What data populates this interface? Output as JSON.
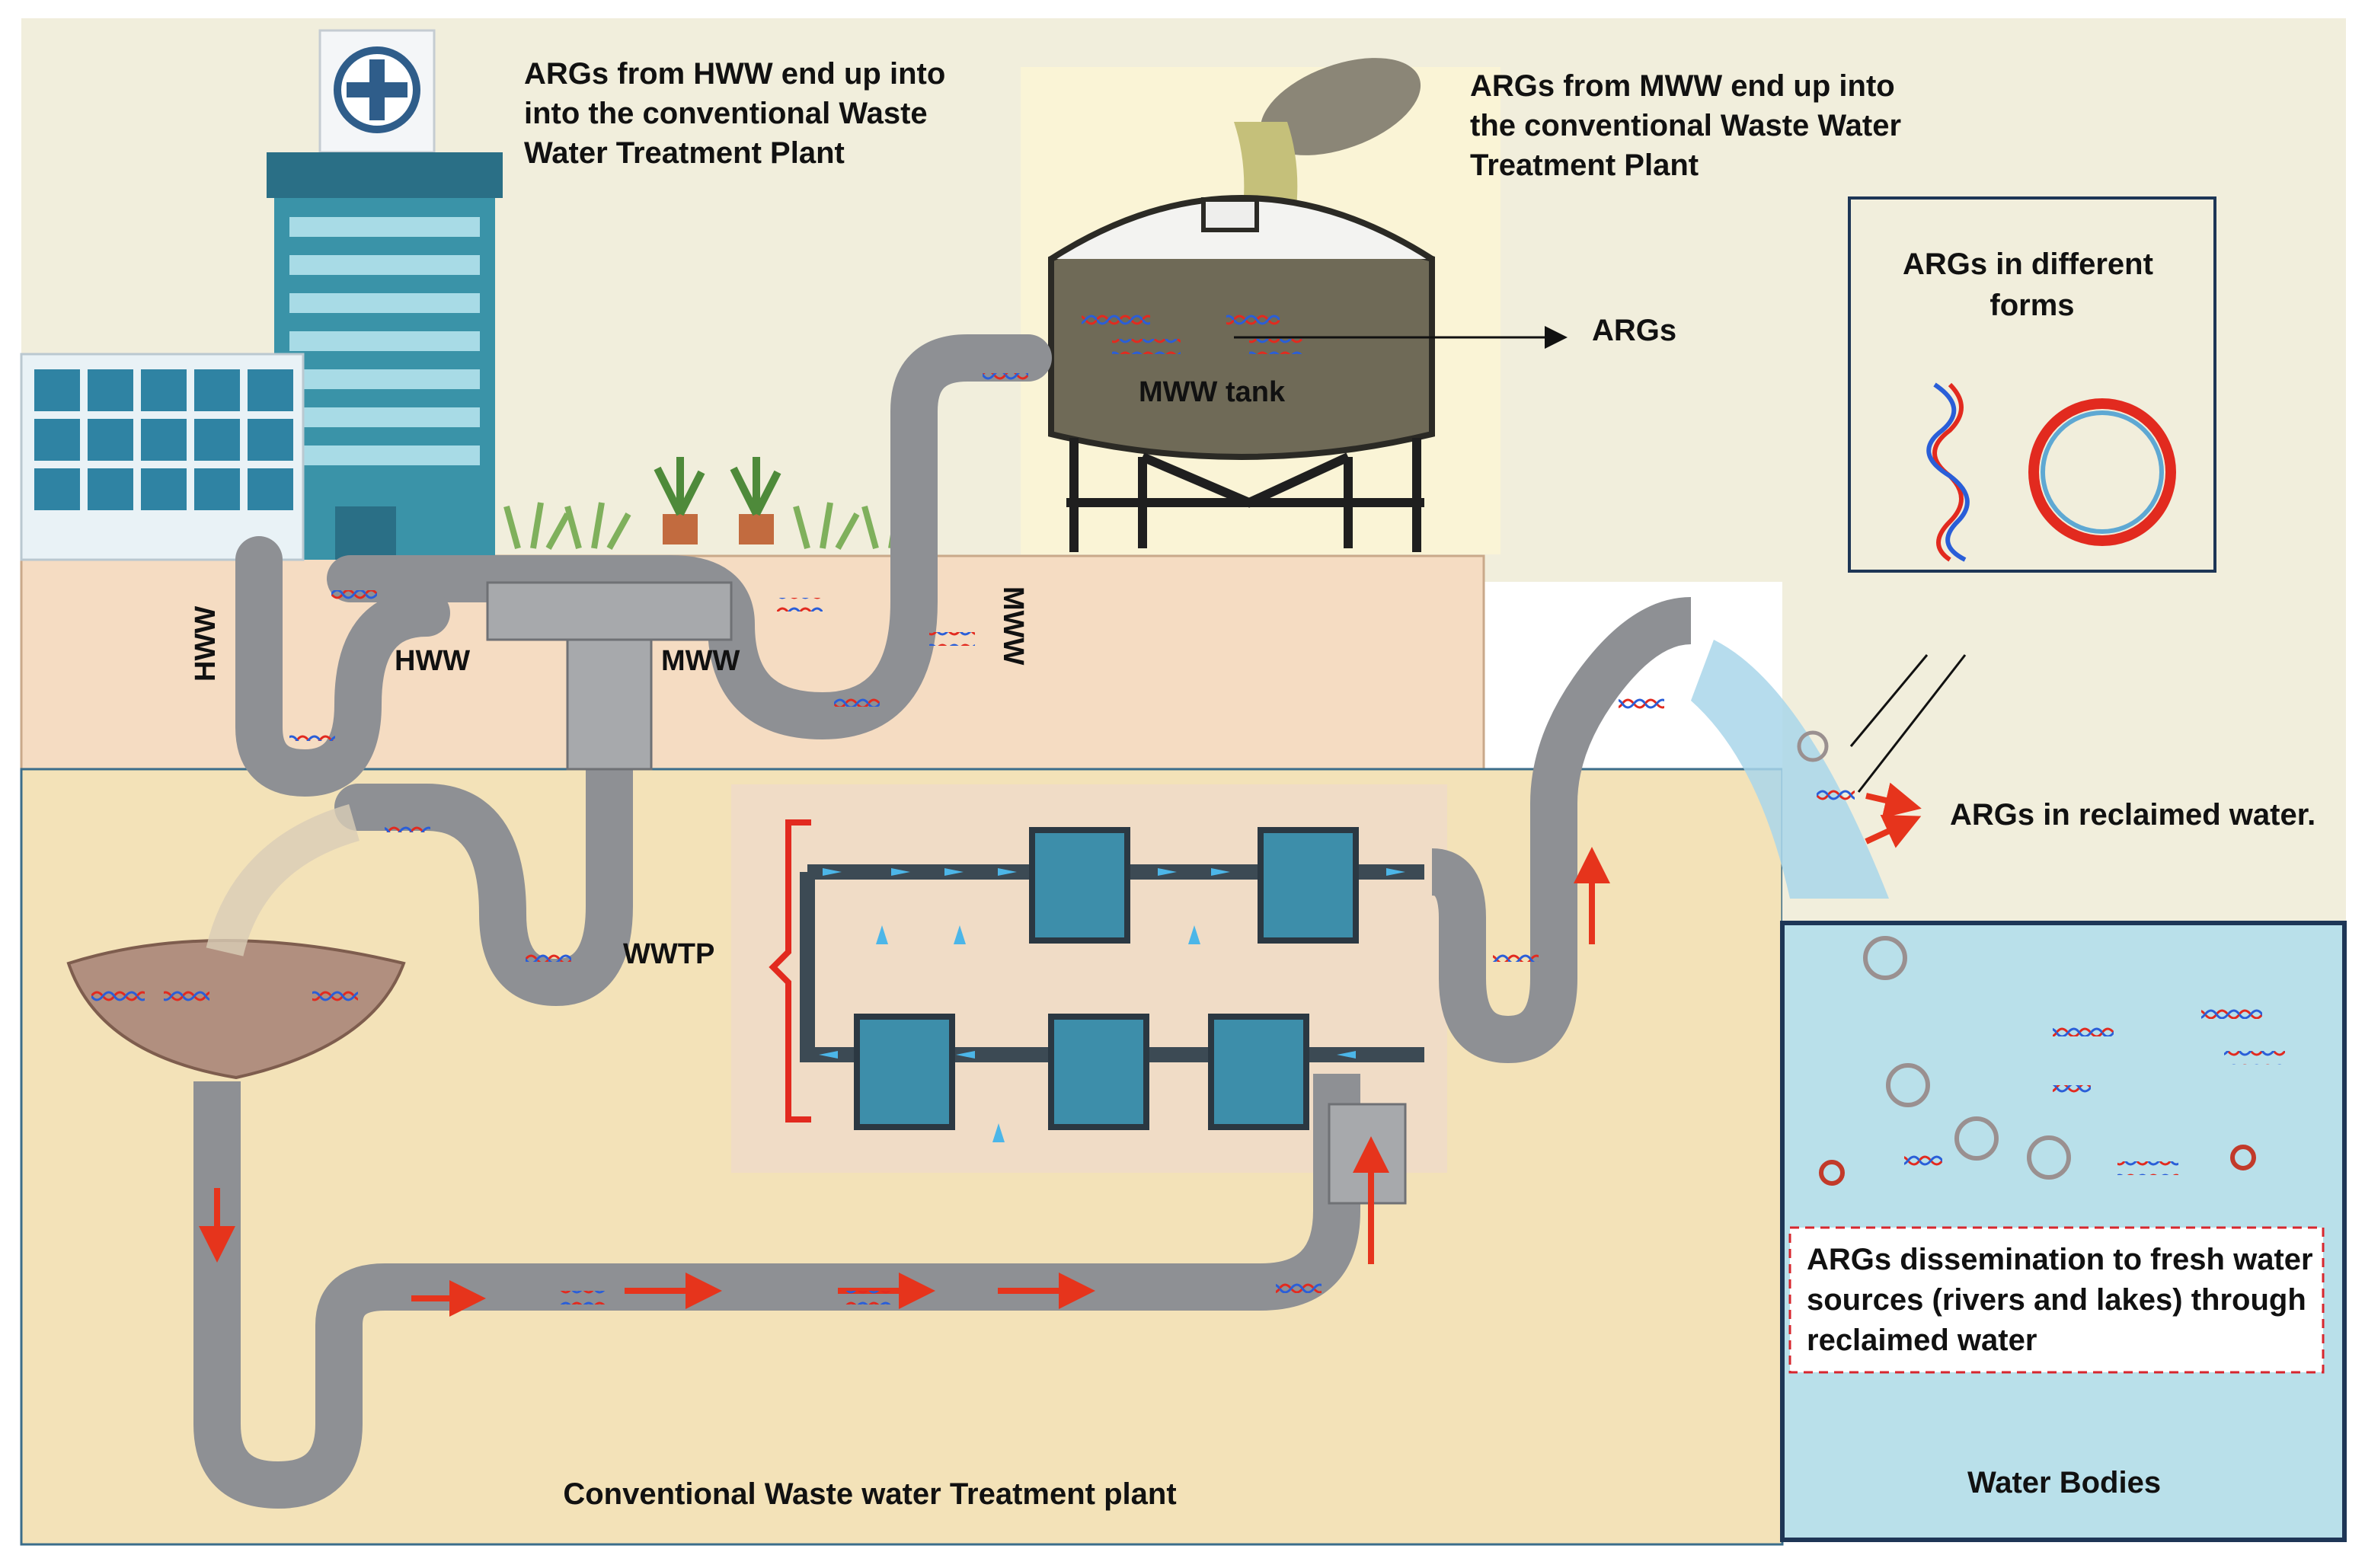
{
  "texts": {
    "hww_note": [
      "ARGs from HWW end up into",
      "into the conventional Waste",
      "Water Treatment Plant"
    ],
    "mww_note": [
      "ARGs from MWW end up into",
      "the conventional Waste Water",
      "Treatment Plant"
    ],
    "args_pointer": "ARGs",
    "mww_tank": "MWW tank",
    "forms_title": [
      "ARGs in different",
      "forms"
    ],
    "hww_vertical": "HWW",
    "hww_pipe": "HWW",
    "mww_pipe": "MWW",
    "mww_vertical": "MWW",
    "wwtp": "WWTP",
    "reclaimed": "ARGs in reclaimed water.",
    "dissemination": [
      "ARGs dissemination to fresh water",
      "sources (rivers and lakes) through",
      "reclaimed water"
    ],
    "water_bodies": "Water Bodies",
    "plant_caption": "Conventional Waste water Treatment plant"
  },
  "colors": {
    "sky": "#f1eedc",
    "ground_upper": "#f5dcc2",
    "ground_lower": "#f3e2b8",
    "pipe": "#8e9094",
    "pipe_highlight": "#b8babd",
    "water": "#b9e0ea",
    "water_border": "#1e3656",
    "dna_red": "#e22a1f",
    "dna_blue": "#2a5ed8",
    "arrow_red": "#e6341c",
    "arrow_blue": "#4cb6e8",
    "building": "#3a93a8",
    "tank": "#6f6a57"
  }
}
